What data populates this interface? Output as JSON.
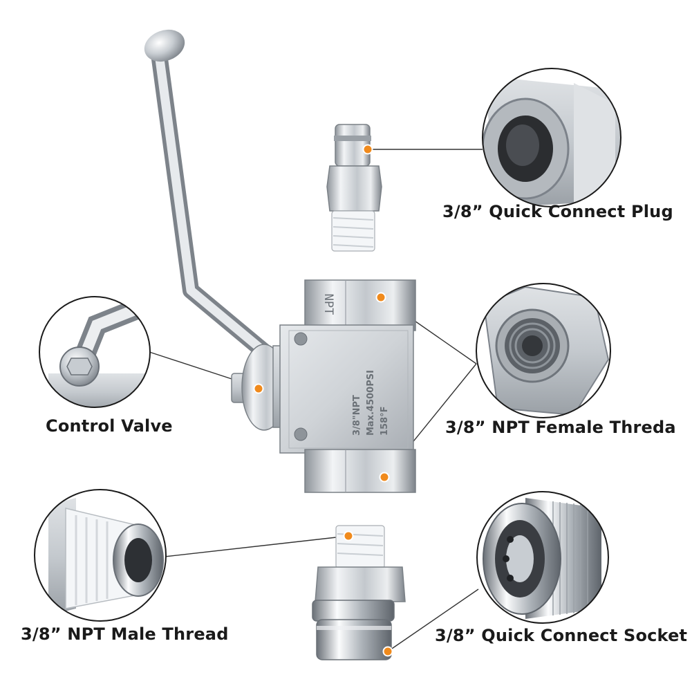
{
  "labels": {
    "quick_connect_plug": "3/8” Quick Connect Plug",
    "npt_female_thread": "3/8” NPT Female Threda",
    "control_valve": "Control Valve",
    "npt_male_thread": "3/8” NPT Male Thread",
    "quick_connect_socket": "3/8” Quick Connect Socket"
  },
  "engravings": {
    "npt_mark": "NPT",
    "body_line1": "3/8\"NPT",
    "body_line2": "Max.4500PSI",
    "body_line3": "158°F"
  },
  "colors": {
    "marker": "#f08a1c",
    "leader_line": "#333333",
    "steel_light": "#eef0f2",
    "steel_mid": "#b9bec4",
    "steel_dark": "#6f757c",
    "tape": "#f4f6f8"
  }
}
